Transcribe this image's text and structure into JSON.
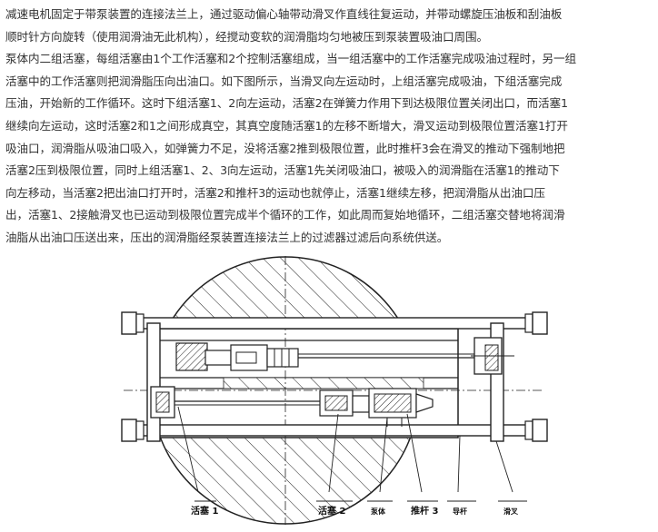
{
  "article": {
    "paragraph1": [
      "减速电机固定于带泵装置的连接法兰上，通过驱动偏心轴带动滑叉作直线往复运动，并带动螺旋压油板和刮油板",
      "顺时针方向旋转（使用润滑油无此机构），经搅动变软的润滑脂均匀地被压到泵装置吸油口周围。"
    ],
    "paragraph2": [
      "泵体内二组活塞，每组活塞由1个工作活塞和2个控制活塞组成，当一组活塞中的工作活塞完成吸油过程时，另一组",
      "活塞中的工作活塞则把润滑脂压向出油口。如下图所示，当滑叉向左运动时，上组活塞完成吸油，下组活塞完成",
      "压油，开始新的工作循环。这时下组活塞1、2向左运动，活塞2在弹簧力作用下到达极限位置关闭出口，而活塞1",
      "继续向左运动，这时活塞2和1之间形成真空，其真空度随活塞1的左移不断增大，滑叉运动到极限位置活塞1打开",
      "吸油口，润滑脂从吸油口吸入，如弹簧力不足，没将活塞2推到极限位置，此时推杆3会在滑叉的推动下强制地把",
      "活塞2压到极限位置，同时上组活塞1、2、3向左运动，活塞1先关闭吸油口，被吸入的润滑脂在活塞1的推动下",
      "向左移动，当活塞2把出油口打开时，活塞2和推杆3的运动也就停止，活塞1继续左移，把润滑脂从出油口压",
      "出，活塞1、2接触滑叉也已运动到极限位置完成半个循环的工作，如此周而复始地循环，二组活塞交替地将润滑",
      "油脂从出油口压送出来，压出的润滑脂经泵装置连接法兰上的过滤器过滤后向系统供送。"
    ]
  },
  "diagram": {
    "labels": {
      "piston1": "活塞 1",
      "piston2": "活塞 2",
      "pump_body": "泵体",
      "push_rod3": "推杆 3",
      "guide_rod": "导杆",
      "slide_fork": "滑叉"
    },
    "colors": {
      "line": "#222222",
      "text": "#111111"
    }
  }
}
